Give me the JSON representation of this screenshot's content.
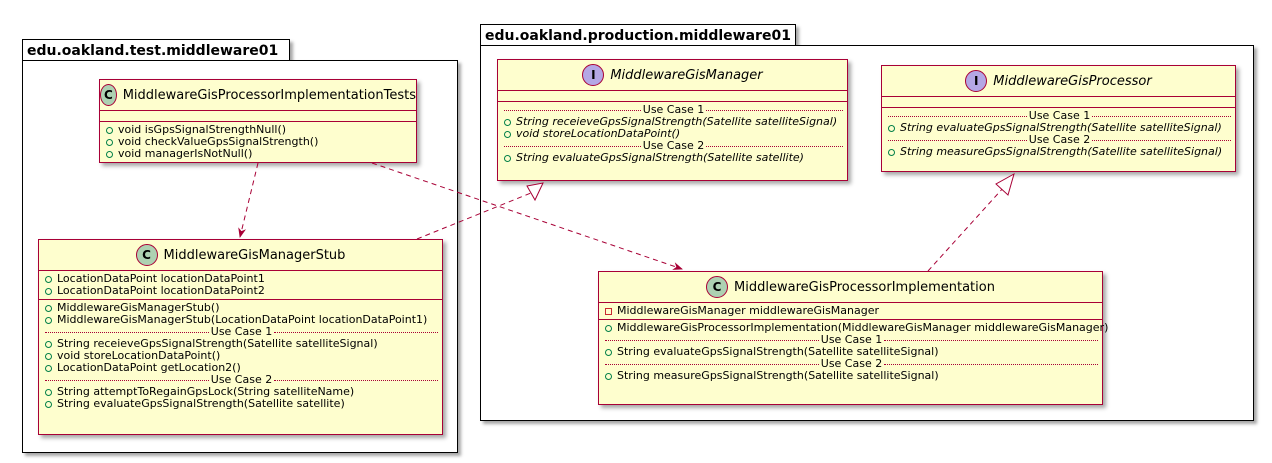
{
  "packages": {
    "test": {
      "name": "edu.oakland.test.middleware01"
    },
    "production": {
      "name": "edu.oakland.production.middleware01"
    }
  },
  "classes": {
    "tests": {
      "badge": "C",
      "name": "MiddlewareGisProcessorImplementationTests",
      "methods": [
        "void isGpsSignalStrengthNull()",
        "void checkValueGpsSignalStrength()",
        "void managerIsNotNull()"
      ]
    },
    "stub": {
      "badge": "C",
      "name": "MiddlewareGisManagerStub",
      "fields": [
        "LocationDataPoint locationDataPoint1",
        "LocationDataPoint locationDataPoint2"
      ],
      "constructors": [
        "MiddlewareGisManagerStub()",
        "MiddlewareGisManagerStub(LocationDataPoint locationDataPoint1)"
      ],
      "use_case_1": "Use Case 1",
      "uc1_methods": [
        "String receieveGpsSignalStrength(Satellite satelliteSignal)",
        "void storeLocationDataPoint()",
        "LocationDataPoint getLocation2()"
      ],
      "use_case_2": "Use Case 2",
      "uc2_methods": [
        "String attemptToRegainGpsLock(String satelliteName)",
        "String evaluateGpsSignalStrength(Satellite satellite)"
      ]
    },
    "manager": {
      "badge": "I",
      "name": "MiddlewareGisManager",
      "use_case_1": "Use Case 1",
      "uc1_methods": [
        "String receieveGpsSignalStrength(Satellite satelliteSignal)",
        "void storeLocationDataPoint()"
      ],
      "use_case_2": "Use Case 2",
      "uc2_methods": [
        "String evaluateGpsSignalStrength(Satellite satellite)"
      ]
    },
    "processor": {
      "badge": "I",
      "name": "MiddlewareGisProcessor",
      "use_case_1": "Use Case 1",
      "uc1_methods": [
        "String evaluateGpsSignalStrength(Satellite satelliteSignal)"
      ],
      "use_case_2": "Use Case 2",
      "uc2_methods": [
        "String measureGpsSignalStrength(Satellite satelliteSignal)"
      ]
    },
    "impl": {
      "badge": "C",
      "name": "MiddlewareGisProcessorImplementation",
      "fields": [
        "MiddlewareGisManager middlewareGisManager"
      ],
      "constructors": [
        "MiddlewareGisProcessorImplementation(MiddlewareGisManager middlewareGisManager)"
      ],
      "use_case_1": "Use Case 1",
      "uc1_methods": [
        "String evaluateGpsSignalStrength(Satellite satelliteSignal)"
      ],
      "use_case_2": "Use Case 2",
      "uc2_methods": [
        "String measureGpsSignalStrength(Satellite satelliteSignal)"
      ]
    }
  },
  "colors": {
    "class_fill": "#FEFECE",
    "class_border": "#A80036",
    "class_badge": "#ADD1B2",
    "interface_badge": "#B4A7E5",
    "public_marker": "#038048",
    "private_marker": "#C82930"
  }
}
